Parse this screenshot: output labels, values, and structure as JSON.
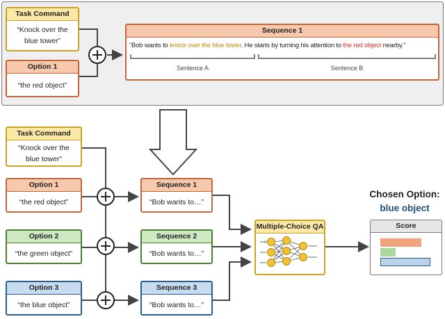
{
  "top": {
    "task_header": "Task Command",
    "task_text": "“Knock over the blue tower”",
    "option_header": "Option 1",
    "option_text": "“the red object”",
    "sequence_header": "Sequence 1",
    "seq_parts": {
      "p1": "“Bob wants to ",
      "p2": "knock over the blue tower",
      "p3": ". He starts by turning his attention to ",
      "p4": "the red object",
      "p5": " nearby.”"
    },
    "sentence_a": "Sentence A",
    "sentence_b": "Sentence B"
  },
  "bottom": {
    "task_header": "Task Command",
    "task_text": "“Knock over the blue tower”",
    "options": [
      {
        "header": "Option 1",
        "text": "“the red object”"
      },
      {
        "header": "Option 2",
        "text": "“the green object”"
      },
      {
        "header": "Option 3",
        "text": "“the blue object”"
      }
    ],
    "sequences": [
      {
        "header": "Sequence 1",
        "text": "“Bob wants to…”"
      },
      {
        "header": "Sequence 2",
        "text": "“Bob wants to…”"
      },
      {
        "header": "Sequence 3",
        "text": "“Bob wants to…”"
      }
    ],
    "qa_label": "Multiple-Choice QA",
    "chosen_label": "Chosen Option:",
    "chosen_value": "blue object",
    "score_header": "Score",
    "scores": {
      "red": 0.82,
      "green": 0.3,
      "blue": 1.0
    }
  },
  "colors": {
    "task_border": "#c9a227",
    "task_header": "#fde9a7",
    "opt1_border": "#c0663a",
    "opt1_header": "#f6c9ac",
    "opt2_border": "#4d7d33",
    "opt2_header": "#cde9c1",
    "opt3_border": "#2e5c8a",
    "opt3_header": "#c7dcef",
    "qa_border": "#c9a227",
    "chosen_value": "#1f4e79"
  }
}
